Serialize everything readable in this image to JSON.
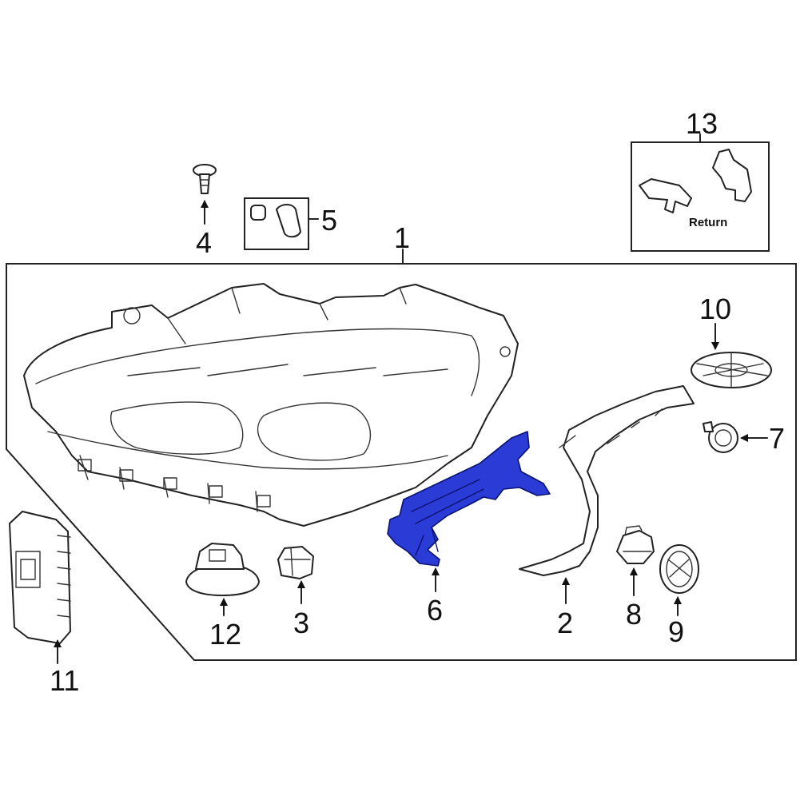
{
  "diagram": {
    "callouts": [
      {
        "id": "1",
        "label": "1"
      },
      {
        "id": "2",
        "label": "2"
      },
      {
        "id": "3",
        "label": "3"
      },
      {
        "id": "4",
        "label": "4"
      },
      {
        "id": "5",
        "label": "5"
      },
      {
        "id": "6",
        "label": "6"
      },
      {
        "id": "7",
        "label": "7"
      },
      {
        "id": "8",
        "label": "8"
      },
      {
        "id": "9",
        "label": "9"
      },
      {
        "id": "10",
        "label": "10"
      },
      {
        "id": "11",
        "label": "11"
      },
      {
        "id": "12",
        "label": "12"
      },
      {
        "id": "13",
        "label": "13"
      }
    ],
    "return_label": "Return",
    "highlight_color": "#2a3bd6",
    "highlighted_part": "6"
  }
}
